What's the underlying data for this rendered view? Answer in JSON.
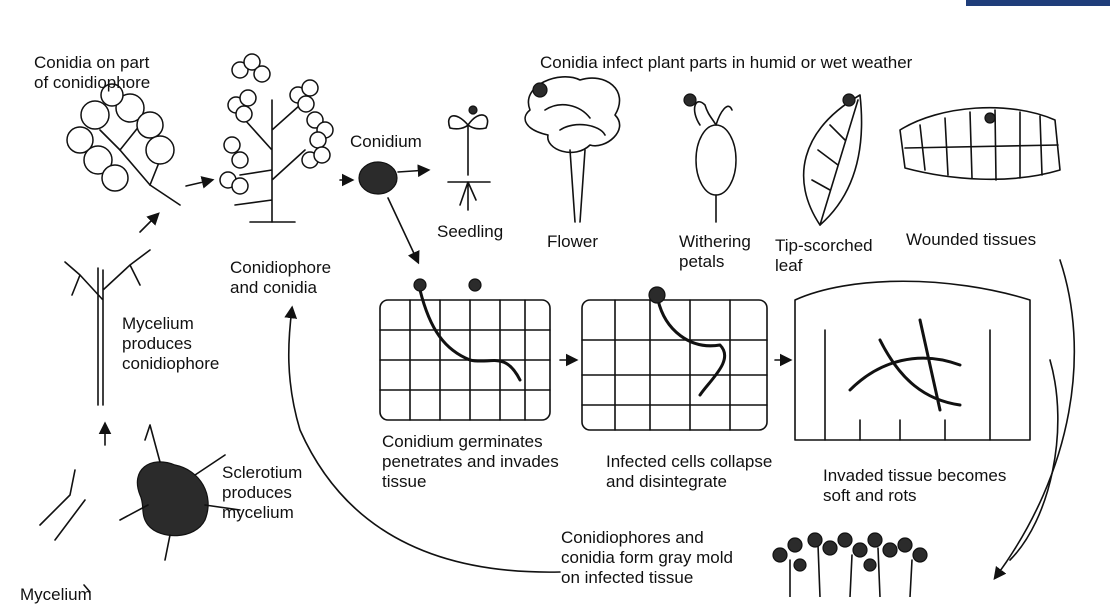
{
  "colors": {
    "ink": "#111111",
    "accent_bar": "#1f3d7a",
    "background": "#ffffff"
  },
  "labels": {
    "conidia_on_part": "Conidia on part\nof conidiophore",
    "conidia_infect": "Conidia infect plant parts in humid or wet weather",
    "conidium": "Conidium",
    "seedling": "Seedling",
    "flower": "Flower",
    "withering_petals": "Withering\npetals",
    "tip_scorched_leaf": "Tip-scorched\nleaf",
    "wounded_tissues": "Wounded tissues",
    "conidiophore_and_conidia": "Conidiophore\nand conidia",
    "mycelium_produces": "Mycelium\nproduces\nconidiophore",
    "conidium_germinates": "Conidium germinates\npenetrates and invades\ntissue",
    "infected_cells": "Infected cells collapse\nand disintegrate",
    "invaded_tissue": "Invaded tissue becomes\nsoft and rots",
    "sclerotium": "Sclerotium\nproduces\nmycelium",
    "conidiophores_form": "Conidiophores and\nconidia form gray mold\non infected tissue",
    "mycelium_bottom": "Mycelium"
  }
}
